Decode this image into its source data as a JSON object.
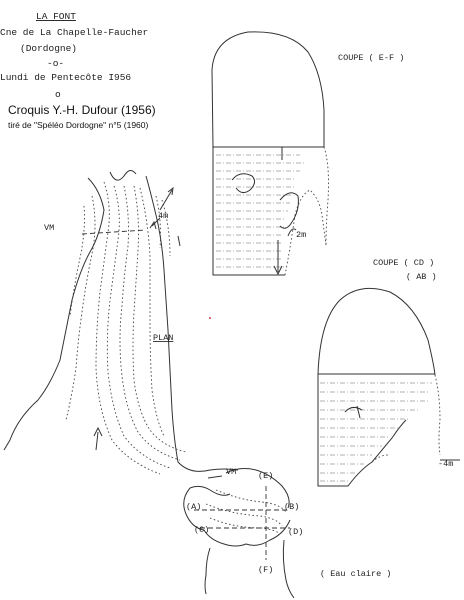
{
  "header": {
    "title": "LA FONT",
    "line1": "Cne de La Chapelle-Faucher",
    "line2": "(Dordogne)",
    "sep": "-o-",
    "date": "Lundi de Pentecôte I956",
    "mark": "o"
  },
  "credit": {
    "author": "Croquis Y.-H. Dufour (1956)",
    "source": "tiré de \"Spéléo Dordogne\" n°5 (1960)"
  },
  "labels": {
    "coupe_ef": "COUPE ( E-F )",
    "coupe_cd": "COUPE ( CD )",
    "coupe_ab": "( AB )",
    "plan": "PLAN",
    "vm_left": "VM",
    "vm_bottom": "VM",
    "scale_4m_plan": "4m",
    "scale_2m_section": "2m",
    "scale_4m_section": "-4m",
    "pt_a": "(A)",
    "pt_b": "(B)",
    "pt_c": "(C)",
    "pt_d": "(D)",
    "pt_e": "(E)",
    "pt_f": "(F)",
    "eau_claire": "( Eau claire )"
  }
}
